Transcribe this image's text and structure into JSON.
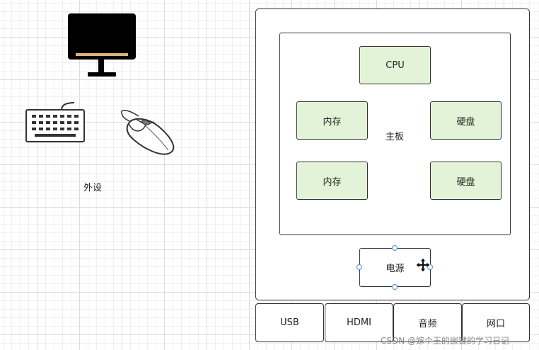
{
  "peripherals": {
    "label": "外设"
  },
  "case": {
    "board_label": "主板",
    "cpu_label": "CPU",
    "memory_top_label": "内存",
    "memory_bottom_label": "内存",
    "disk_top_label": "硬盘",
    "disk_bottom_label": "硬盘",
    "power_label": "电源"
  },
  "ports": {
    "usb_label": "USB",
    "hdmi_label": "HDMI",
    "audio_label": "音频",
    "network_label": "网口"
  },
  "watermark": {
    "text": "CSDN @嫁个王的嵌键的学习日记"
  },
  "colors": {
    "chip_fill": "#e2f3d7",
    "stroke": "#333333",
    "selection_handle": "#4a90e2"
  }
}
